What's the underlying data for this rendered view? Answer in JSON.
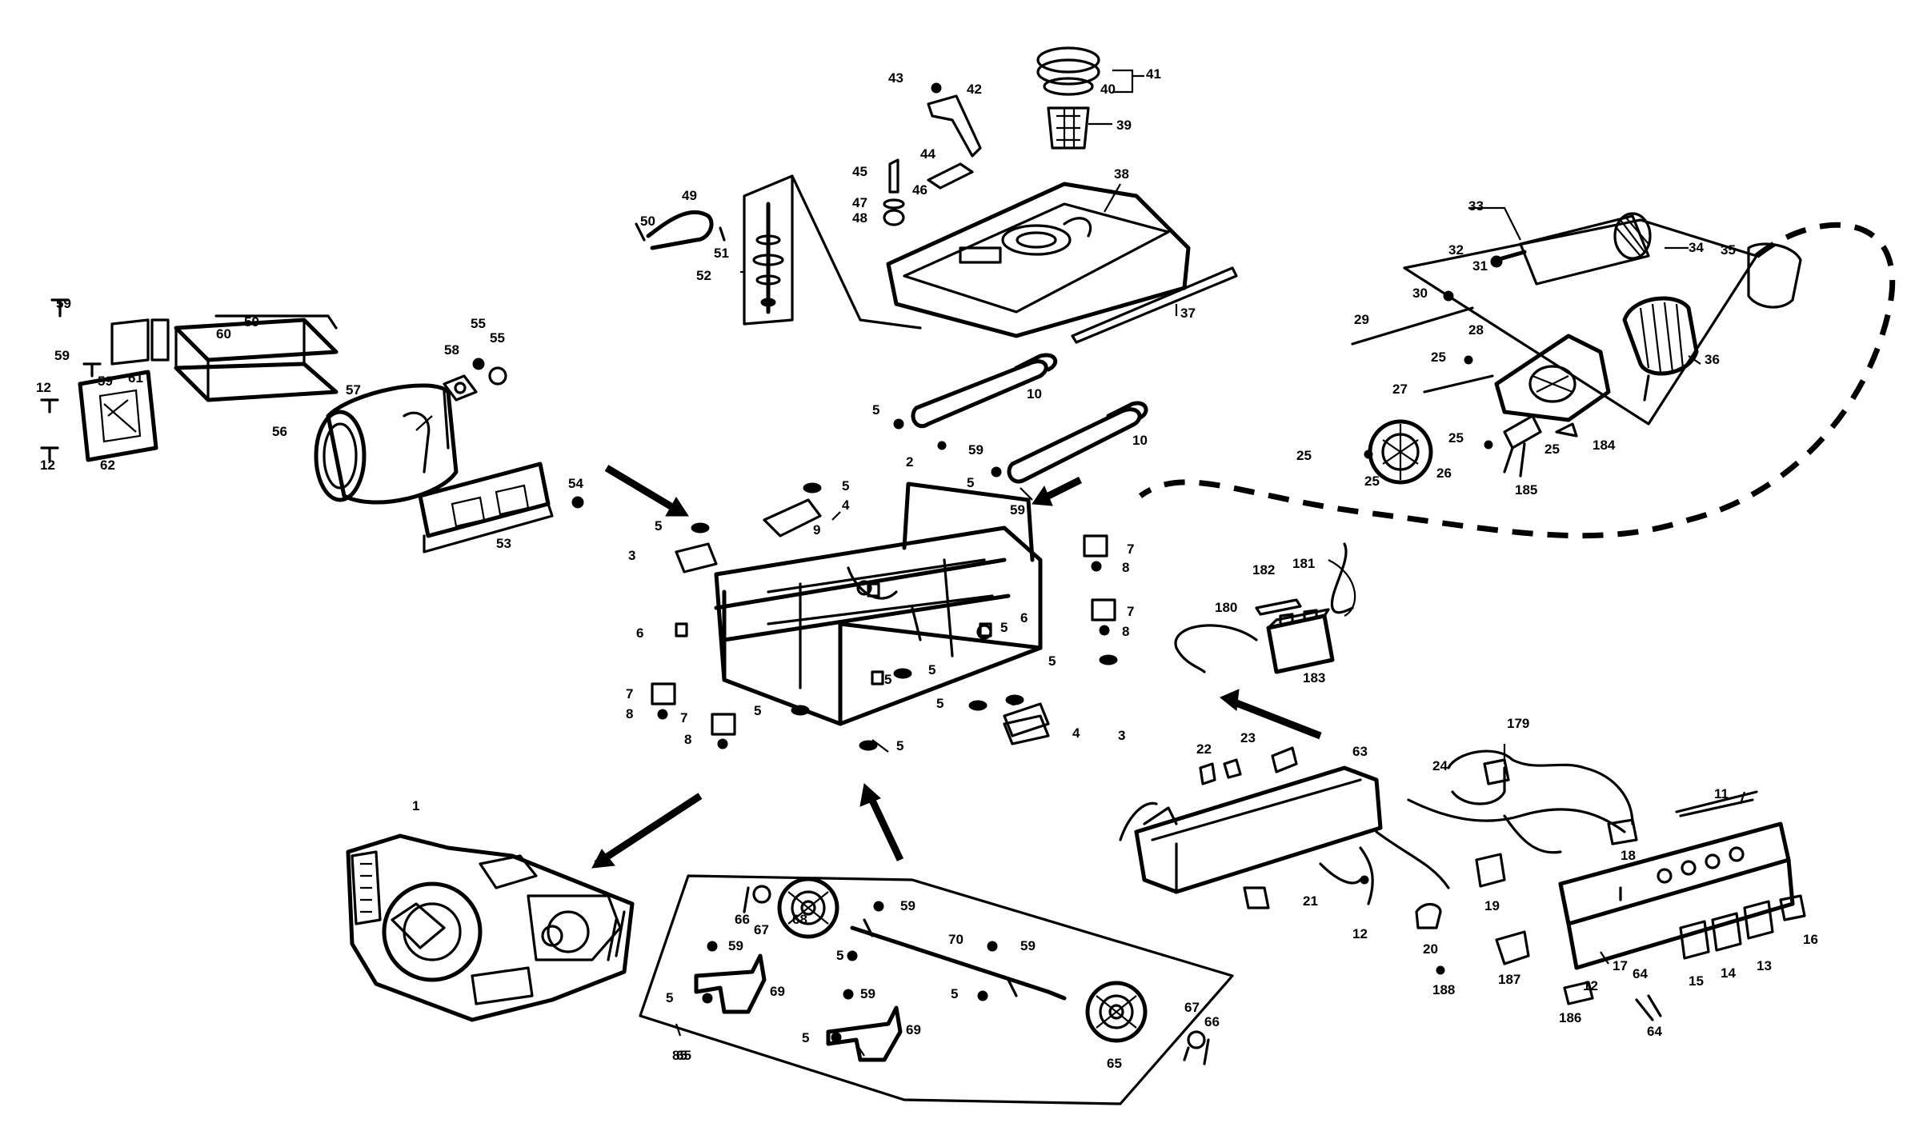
{
  "callouts": {
    "c1": "1",
    "c2": "2",
    "c3a": "3",
    "c3b": "3",
    "c4a": "4",
    "c4b": "4",
    "c5": [
      "5",
      "5",
      "5",
      "5",
      "5",
      "5",
      "5",
      "5",
      "5",
      "5",
      "5",
      "5",
      "5",
      "5",
      "5",
      "5"
    ],
    "c6a": "6",
    "c6b": "6",
    "c7": [
      "7",
      "7",
      "7",
      "7"
    ],
    "c8": [
      "8",
      "8",
      "8",
      "8"
    ],
    "c9": "9",
    "c10a": "10",
    "c10b": "10",
    "c11": "11",
    "c12": [
      "12",
      "12",
      "12",
      "12"
    ],
    "c13": "13",
    "c14": "14",
    "c15": "15",
    "c16": "16",
    "c17": "17",
    "c18": "18",
    "c19": "19",
    "c20": "20",
    "c21": "21",
    "c22": "22",
    "c23": "23",
    "c24": "24",
    "c25": [
      "25",
      "25",
      "25",
      "25",
      "25"
    ],
    "c26": "26",
    "c27": "27",
    "c28": "28",
    "c29": "29",
    "c30": "30",
    "c31": "31",
    "c32": "32",
    "c33": "33",
    "c34": "34",
    "c35": "35",
    "c36": "36",
    "c37": "37",
    "c38": "38",
    "c39": "39",
    "c40": "40",
    "c41": "41",
    "c42": "42",
    "c43": "43",
    "c44": "44",
    "c45": "45",
    "c46": "46",
    "c47": "47",
    "c48": "48",
    "c49": "49",
    "c50": "50",
    "c51": "51",
    "c52": "52",
    "c53": "53",
    "c54": "54",
    "c55a": "55",
    "c55b": "55",
    "c56": "56",
    "c57": "57",
    "c58": "58",
    "c59": [
      "59",
      "59",
      "59",
      "59",
      "59",
      "59",
      "59",
      "59",
      "59",
      "59"
    ],
    "c60": "60",
    "c61": "61",
    "c62": "62",
    "c63": "63",
    "c64a": "64",
    "c64b": "64",
    "c65a": "65",
    "c65b": "65",
    "c66a": "66",
    "c66b": "66",
    "c67a": "67",
    "c67b": "67",
    "c68": "68",
    "c69a": "69",
    "c69b": "69",
    "c70": "70",
    "c85": "85",
    "c179": "179",
    "c180": "180",
    "c181": "181",
    "c182": "182",
    "c183": "183",
    "c184": "184",
    "c185": "185",
    "c186": "186",
    "c187": "187",
    "c188": "188"
  }
}
